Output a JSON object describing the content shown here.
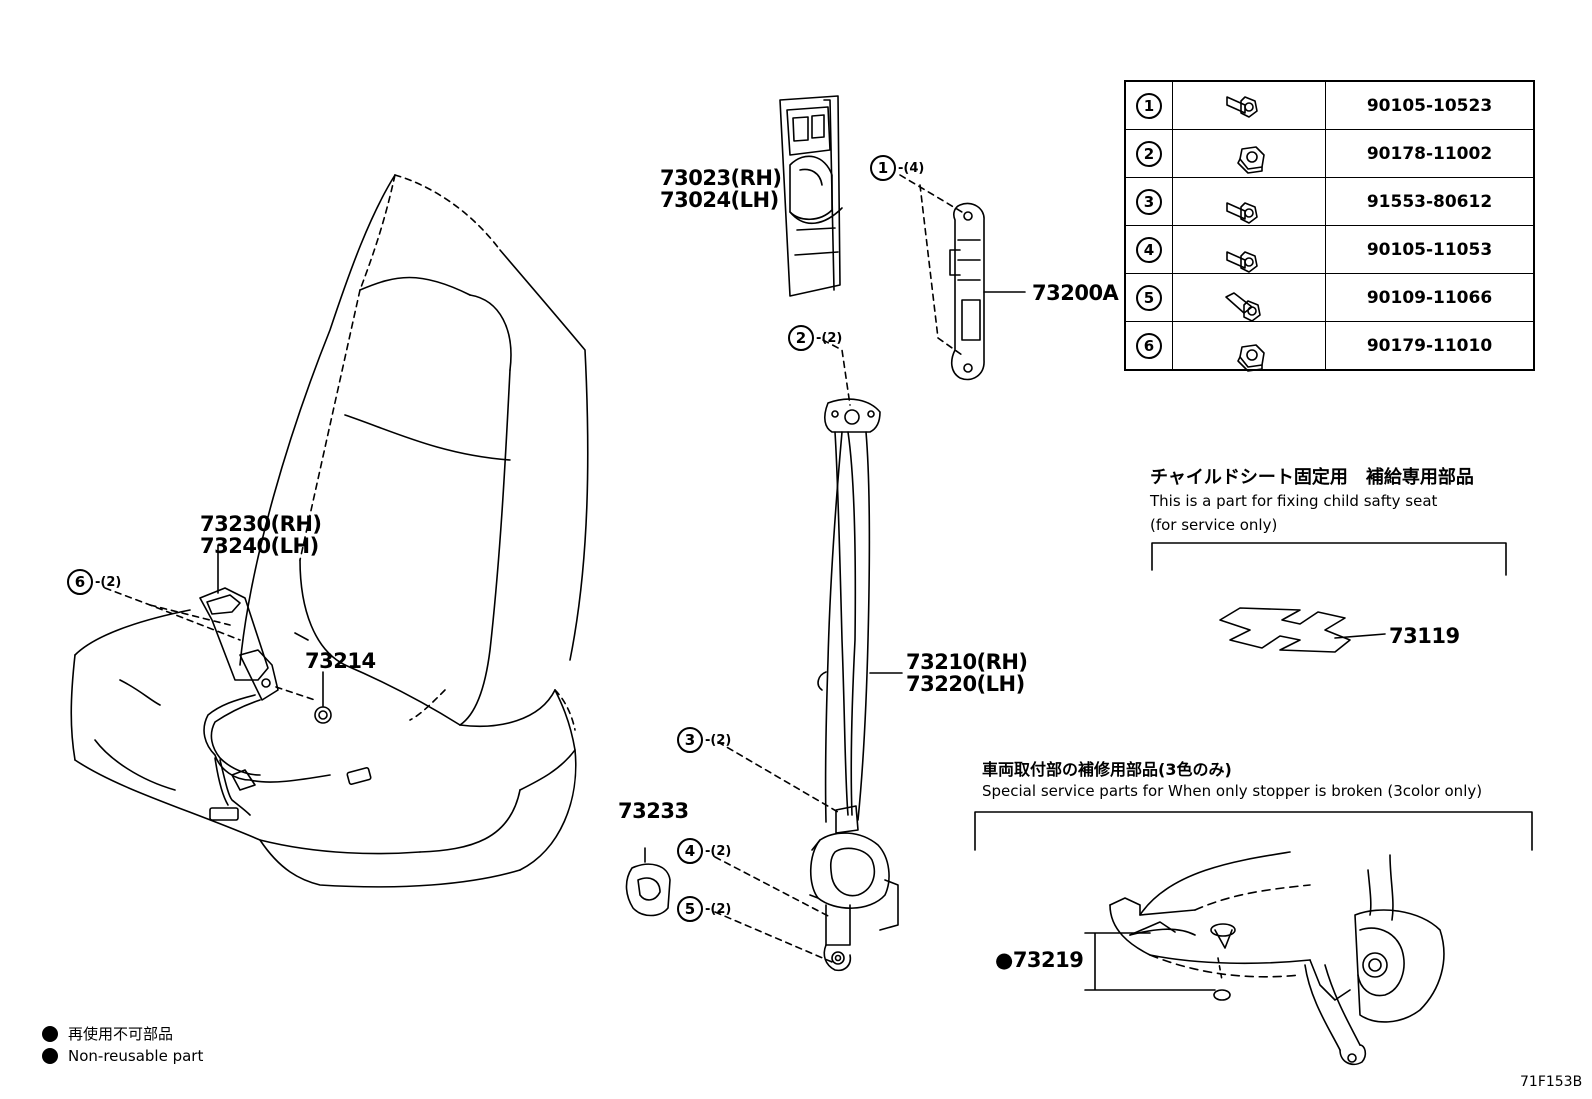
{
  "labels": {
    "retractor_cover": [
      "73023(RH)",
      "73024(LH)"
    ],
    "anchor_adjuster": "73200A",
    "belt_assy": [
      "73210(RH)",
      "73220(LH)"
    ],
    "buckle": [
      "73230(RH)",
      "73240(LH)"
    ],
    "cover_73214": "73214",
    "cap_73233": "73233",
    "child_seat_part": "73119",
    "stopper": "●73219"
  },
  "callouts": [
    {
      "num": "1",
      "qty": "-(4)"
    },
    {
      "num": "2",
      "qty": "-(2)"
    },
    {
      "num": "3",
      "qty": "-(2)"
    },
    {
      "num": "4",
      "qty": "-(2)"
    },
    {
      "num": "5",
      "qty": "-(2)"
    },
    {
      "num": "6",
      "qty": "-(2)"
    }
  ],
  "parts_table": [
    {
      "num": "1",
      "icon": "bolt-icon",
      "part": "90105-10523"
    },
    {
      "num": "2",
      "icon": "nut-icon",
      "part": "90178-11002"
    },
    {
      "num": "3",
      "icon": "bolt-icon",
      "part": "91553-80612"
    },
    {
      "num": "4",
      "icon": "bolt-icon",
      "part": "90105-11053"
    },
    {
      "num": "5",
      "icon": "shoulder-bolt-icon",
      "part": "90109-11066"
    },
    {
      "num": "6",
      "icon": "nut-icon",
      "part": "90179-11010"
    }
  ],
  "notes": {
    "child_seat_jp": "チャイルドシート固定用　補給専用部品",
    "child_seat_en1": "This is a part for fixing child safty seat",
    "child_seat_en2": "(for service only)",
    "stopper_jp": "車両取付部の補修用部品(3色のみ)",
    "stopper_en": "Special service parts for When only stopper is broken (3color only)"
  },
  "legend": {
    "jp": "再使用不可部品",
    "en": "Non-reusable part"
  },
  "figure_code": "71F153B"
}
